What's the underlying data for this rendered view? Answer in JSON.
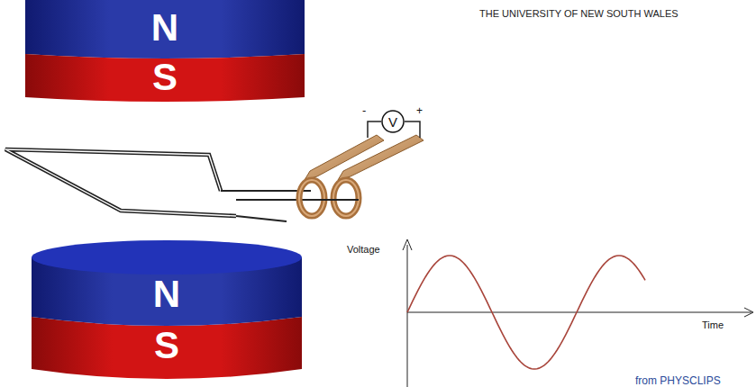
{
  "diagram": {
    "nodes": [
      {
        "text": [
          "N"
        ]
      },
      {
        "text": [
          "S"
        ]
      },
      {
        "text": [
          "V"
        ]
      },
      {
        "text": [
          "N"
        ]
      },
      {
        "text": [
          "S"
        ]
      }
    ],
    "labels": [
      "THE UNIVERSITY OF NEW SOUTH WALES",
      "-",
      "+",
      "Voltage",
      "Time",
      "from PHYSCLIPS"
    ]
  }
}
